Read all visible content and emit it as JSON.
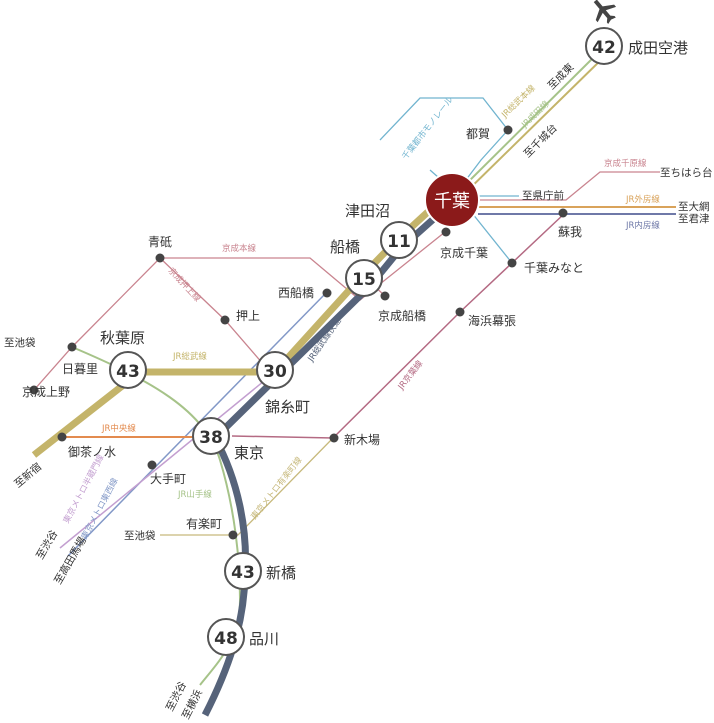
{
  "hub": {
    "name": "千葉",
    "color": "#8b1a1a"
  },
  "colors": {
    "sobu_rapid": "#56637a",
    "sobu_local": "#c4b46a",
    "keisei": "#c9848f",
    "keiyo": "#b46a83",
    "uchibo": "#6f79a8",
    "sotobo": "#d9a35b",
    "monorail": "#71b4cf",
    "chuo": "#e38b4f",
    "yamanote": "#a6c389",
    "chiyoda": "#c39fd0",
    "tozai": "#8298c7",
    "yurakucho": "#c7b97c"
  },
  "times": [
    {
      "minutes": "42",
      "station": "成田空港"
    },
    {
      "minutes": "11",
      "station": "津田沼"
    },
    {
      "minutes": "15",
      "station": "船橋"
    },
    {
      "minutes": "43",
      "station": "秋葉原"
    },
    {
      "minutes": "30",
      "station": "錦糸町"
    },
    {
      "minutes": "38",
      "station": "東京"
    },
    {
      "minutes": "43",
      "station": "新橋"
    },
    {
      "minutes": "48",
      "station": "品川"
    }
  ],
  "stations": {
    "togane": "都賀",
    "keisei_chiba": "京成千葉",
    "chiba_minato": "千葉みなと",
    "soga": "蘇我",
    "kaihin_makuhari": "海浜幕張",
    "shin_kiba": "新木場",
    "keisei_funabashi": "京成船橋",
    "nishi_funabashi": "西船橋",
    "aoto": "青砥",
    "oshiage": "押上",
    "nippori": "日暮里",
    "keisei_ueno": "京成上野",
    "ochanomizu": "御茶ノ水",
    "otemachi": "大手町",
    "yurakucho": "有楽町"
  },
  "lines": {
    "monorail": "千葉都市モノレール",
    "narita_line": "JR総武本線",
    "sobu_main": "JR成田線",
    "keisei_chihara": "京成千原線",
    "sotobo": "JR外房線",
    "uchibo": "JR内房線",
    "keisei_main": "京成本線",
    "keisei_oshiage": "京成押上線",
    "jr_sobu": "JR総武線",
    "sobu_rapid": "JR総武線快速",
    "keiyo": "JR京葉線",
    "chuo": "JR中央線",
    "yamanote": "JR山手線",
    "hanzomon": "東京メトロ半蔵門線",
    "tozai": "東京メトロ東西線",
    "yurakucho_line": "東京メトロ有楽町線"
  },
  "destinations": {
    "sakura": "至成東",
    "chishirodai": "至千城台",
    "kencho": "至県庁前",
    "chiharadai": "至ちはら台",
    "oami": "至大網",
    "kisarazu": "至君津",
    "ikebukuro_n": "至池袋",
    "shinjuku": "至新宿",
    "shibuya": "至渋谷",
    "takadanobaba": "至高田馬場",
    "ikebukuro_s": "至池袋",
    "shibuya2": "至渋谷",
    "yokohama": "至横浜"
  },
  "icons": {
    "airport": "airplane-icon"
  }
}
